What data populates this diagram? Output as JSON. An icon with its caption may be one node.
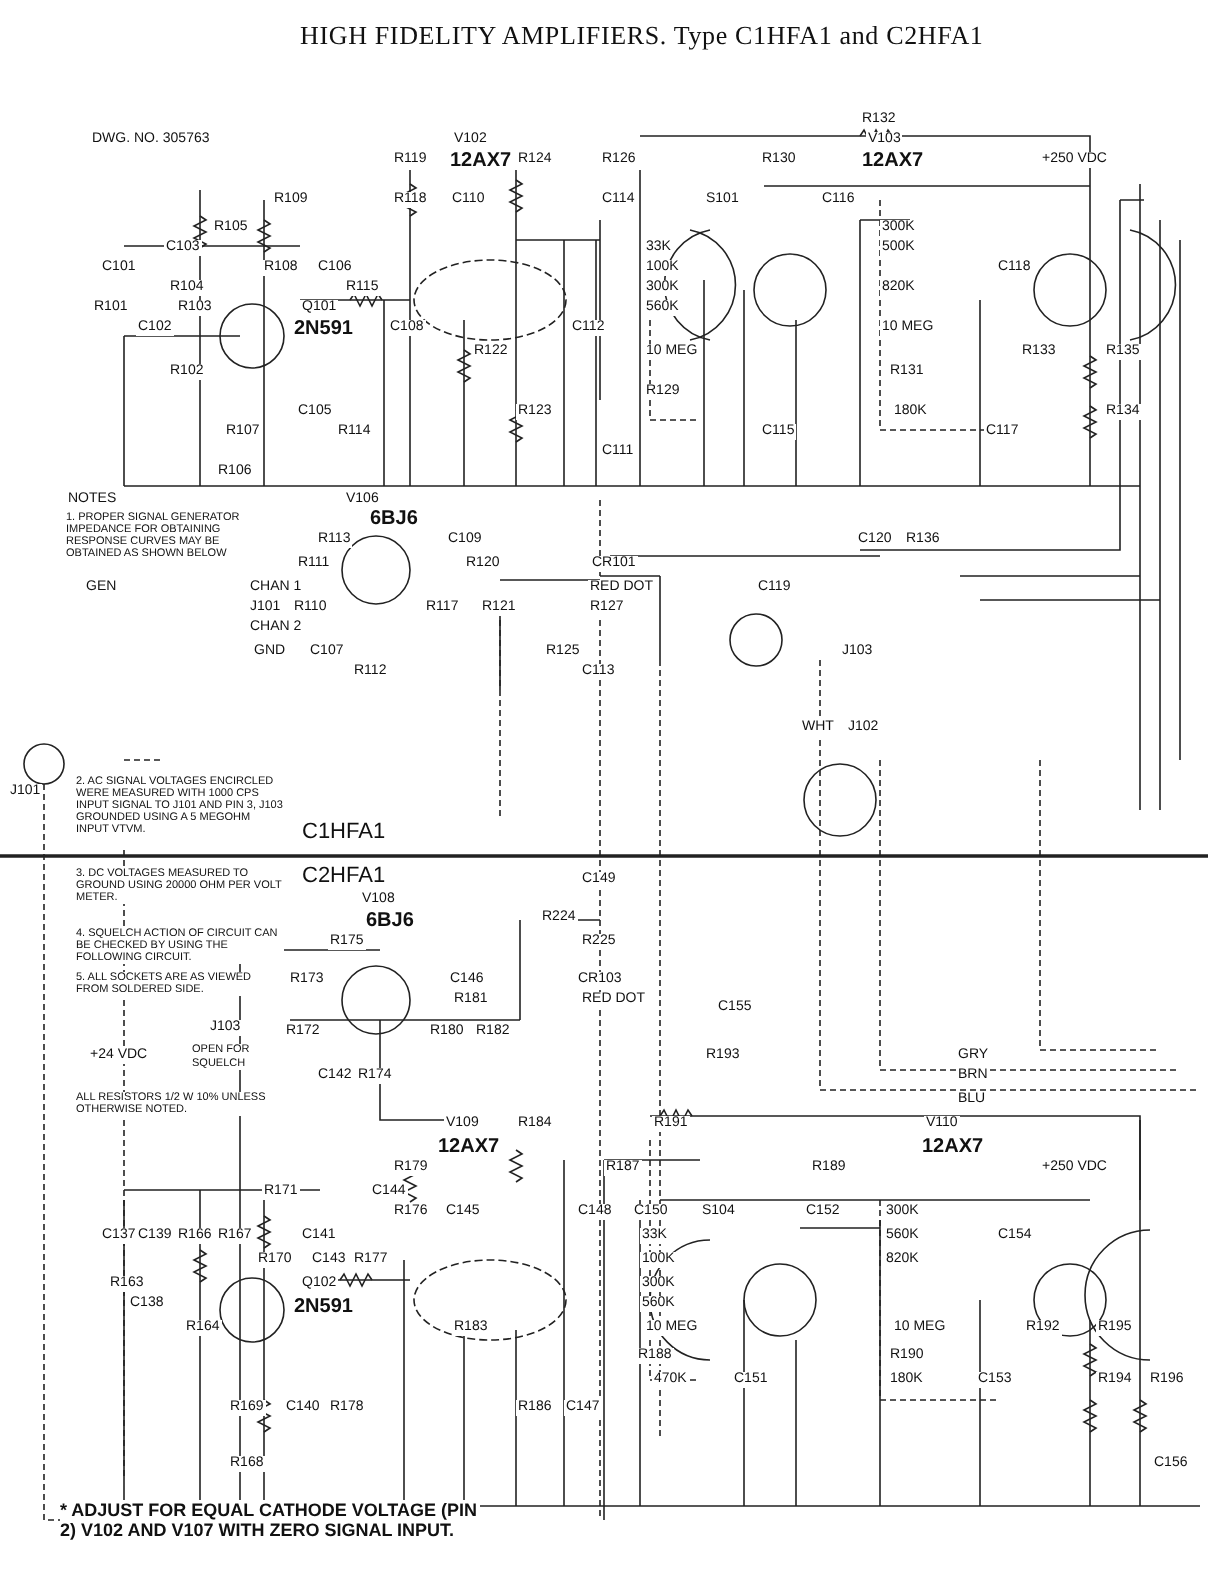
{
  "diagram": {
    "title": "HIGH FIDELITY AMPLIFIERS. Type C1HFA1 and C2HFA1",
    "labels": [
      "R132",
      "DWG. NO. 305763",
      "V102",
      "V103",
      "R119",
      "12AX7",
      "R124",
      "R126",
      "R130",
      "12AX7",
      "+250 VDC",
      "R109",
      "R118",
      "C110",
      "C114",
      "S101",
      "C116",
      "R105",
      "300K",
      "C103",
      "33K",
      "500K",
      "C101",
      "R108",
      "C106",
      "100K",
      "C118",
      "R104",
      "R115",
      "300K",
      "820K",
      "R101",
      "R103",
      "Q101",
      "560K",
      "C102",
      "2N591",
      "C108",
      "C112",
      "10 MEG",
      "R122",
      "10 MEG",
      "R133",
      "R135",
      "R102",
      "R131",
      "R129",
      "C105",
      "R123",
      "180K",
      "R134",
      "R107",
      "R114",
      "C115",
      "C117",
      "C111",
      "R106",
      "NOTES",
      "V106",
      "1. PROPER SIGNAL GENERATOR IMPEDANCE FOR OBTAINING RESPONSE CURVES MAY BE OBTAINED AS SHOWN BELOW",
      "6BJ6",
      "R113",
      "C109",
      "C120",
      "R136",
      "R111",
      "R120",
      "CR101",
      "GEN",
      "CHAN 1",
      "RED DOT",
      "C119",
      "J101",
      "R110",
      "R117",
      "R121",
      "R127",
      "CHAN 2",
      "GND",
      "C107",
      "R125",
      "J103",
      "R112",
      "C113",
      "WHT",
      "J102",
      "J101",
      "2. AC SIGNAL VOLTAGES ENCIRCLED WERE MEASURED WITH 1000 CPS INPUT SIGNAL TO J101 AND PIN 3, J103 GROUNDED USING A 5 MEGOHM INPUT VTVM.",
      "C1HFA1",
      "3. DC VOLTAGES MEASURED TO GROUND USING 20000 OHM PER VOLT METER.",
      "C2HFA1",
      "C149",
      "V108",
      "6BJ6",
      "R224",
      "4. SQUELCH ACTION OF CIRCUIT CAN BE CHECKED BY USING THE FOLLOWING CIRCUIT.",
      "R175",
      "R225",
      "5. ALL SOCKETS ARE AS VIEWED FROM SOLDERED SIDE.",
      "R173",
      "C146",
      "CR103",
      "R181",
      "RED DOT",
      "C155",
      "J103",
      "R172",
      "R180",
      "R182",
      "+24 VDC",
      "OPEN FOR SQUELCH",
      "R193",
      "GRY",
      "C142",
      "R174",
      "BRN",
      "ALL RESISTORS 1/2 W 10% UNLESS OTHERWISE NOTED.",
      "BLU",
      "V109",
      "R184",
      "R191",
      "V110",
      "12AX7",
      "12AX7",
      "R179",
      "R187",
      "R189",
      "+250 VDC",
      "R171",
      "C144",
      "R176",
      "C145",
      "C148",
      "C150",
      "S104",
      "C152",
      "300K",
      "C137",
      "C139",
      "R166",
      "R167",
      "C141",
      "33K",
      "560K",
      "C154",
      "R170",
      "C143",
      "R177",
      "100K",
      "820K",
      "R163",
      "Q102",
      "300K",
      "C138",
      "2N591",
      "560K",
      "R164",
      "R183",
      "10 MEG",
      "10 MEG",
      "R192",
      "R195",
      "R188",
      "R190",
      "470K",
      "C151",
      "180K",
      "C153",
      "R194",
      "R196",
      "R169",
      "C140",
      "R178",
      "R186",
      "C147",
      "R168",
      "C156",
      "* ADJUST FOR EQUAL CATHODE VOLTAGE (PIN 2) V102 AND V107 WITH ZERO SIGNAL INPUT."
    ]
  }
}
